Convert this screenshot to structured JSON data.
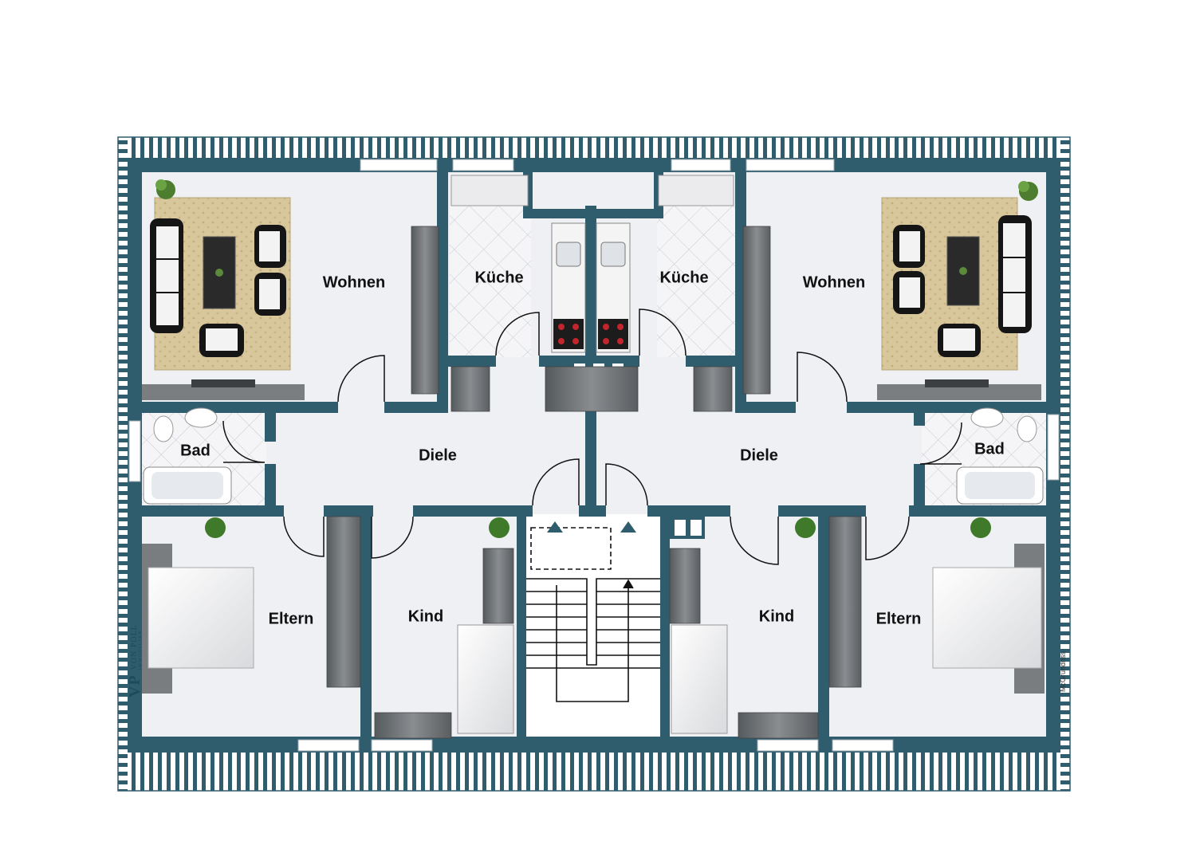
{
  "rooms": {
    "wohnen_left": "Wohnen",
    "kueche_left": "Küche",
    "kueche_right": "Küche",
    "wohnen_right": "Wohnen",
    "bad_left": "Bad",
    "diele_left": "Diele",
    "diele_right": "Diele",
    "bad_right": "Bad",
    "eltern_left": "Eltern",
    "kind_left": "Kind",
    "kind_right": "Kind",
    "eltern_right": "Eltern"
  },
  "branding": {
    "logo_mark": "VP",
    "logo_name": "VON POLL",
    "logo_sub": "IMMOBILIEN",
    "credit": "McGrundriss"
  },
  "colors": {
    "wall": "#2f5d6e",
    "floor": "#eef0f4",
    "rug": "#d8c59a",
    "tile": "#f4f4f6",
    "furniture": "#6b6e70"
  }
}
